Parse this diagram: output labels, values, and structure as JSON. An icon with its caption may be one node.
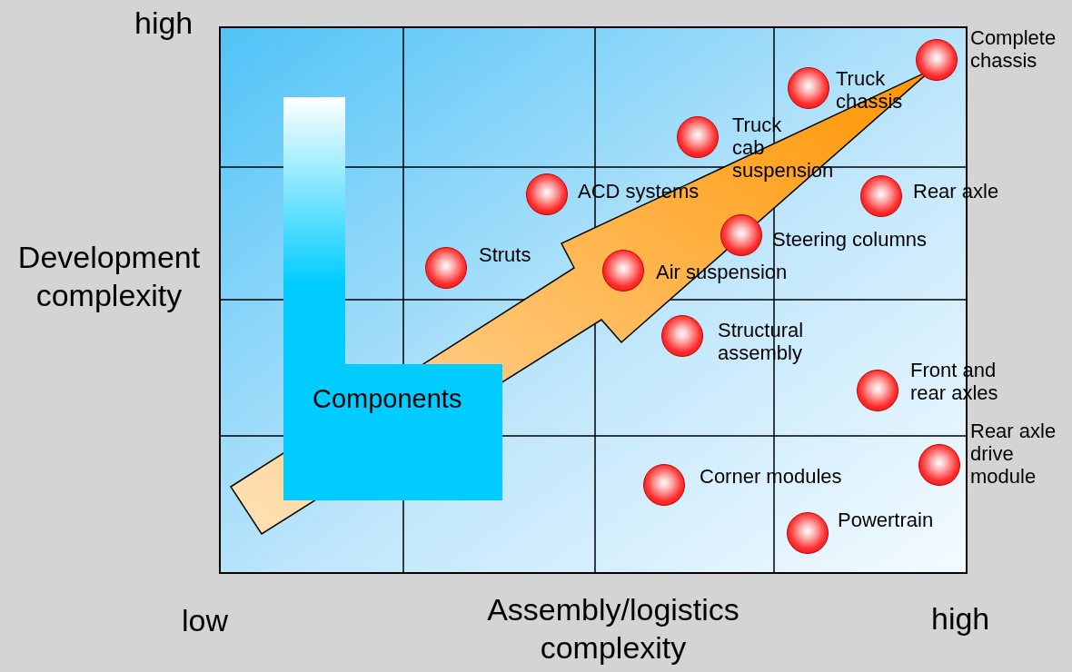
{
  "diagram": {
    "nodes": [
      {
        "text": [],
        "shape": "circle",
        "beside": [
          "Complete chassis"
        ]
      },
      {
        "text": [],
        "shape": "circle",
        "beside": [
          "Truck chassis"
        ]
      },
      {
        "text": [],
        "shape": "circle",
        "beside": [
          "Truck cab suspension"
        ]
      },
      {
        "text": [],
        "shape": "circle",
        "beside": [
          "ACD systems"
        ]
      },
      {
        "text": [],
        "shape": "circle",
        "beside": [
          "Rear axle"
        ]
      },
      {
        "text": [],
        "shape": "circle",
        "beside": [
          "Steering columns"
        ]
      },
      {
        "text": [],
        "shape": "circle",
        "beside": [
          "Struts"
        ]
      },
      {
        "text": [],
        "shape": "circle",
        "beside": [
          "Air suspension"
        ]
      },
      {
        "text": [],
        "shape": "circle",
        "beside": [
          "Structural assembly"
        ]
      },
      {
        "text": [],
        "shape": "circle",
        "beside": [
          "Front and rear axles"
        ]
      },
      {
        "text": [
          "Components"
        ]
      },
      {
        "text": [],
        "shape": "circle",
        "beside": [
          "Rear axle drive module"
        ]
      },
      {
        "text": [],
        "shape": "circle",
        "beside": [
          "Corner modules"
        ]
      },
      {
        "text": [],
        "shape": "circle",
        "beside": [
          "Powertrain"
        ]
      },
      {
        "text": [],
        "shape": "bar"
      }
    ],
    "edges": [],
    "labels": [
      "high",
      "Development complexity",
      "low",
      "Assembly/logistics complexity",
      "high"
    ]
  }
}
